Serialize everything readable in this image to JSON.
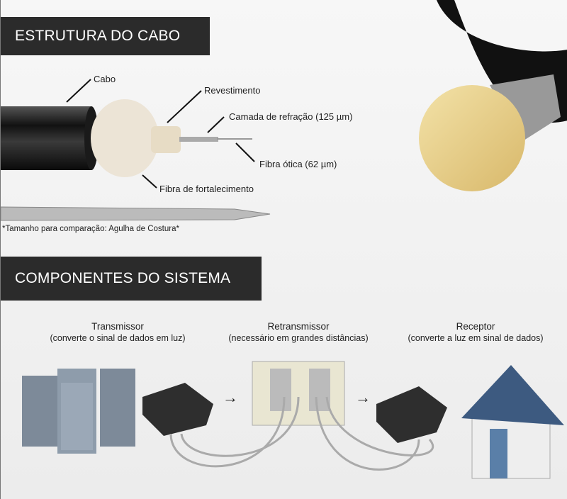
{
  "cable_section": {
    "title": "ESTRUTURA DO CABO",
    "labels": {
      "cable": "Cabo",
      "coating": "Revestimento",
      "cladding": "Camada de refração (125 µm)",
      "optical_fiber": "Fibra ótica (62 µm)",
      "strength_fiber": "Fibra de fortalecimento"
    },
    "comparison_note": "*Tamanho para comparação: Agulha de Costura*"
  },
  "system_section": {
    "title": "COMPONENTES DO SISTEMA",
    "components": [
      {
        "name": "Transmissor",
        "description": "(converte o sinal de dados em luz)"
      },
      {
        "name": "Retransmissor",
        "description": "(necessário em grandes distâncias)"
      },
      {
        "name": "Receptor",
        "description": "(converte a luz em sinal de dados)"
      }
    ],
    "arrow": "→"
  }
}
